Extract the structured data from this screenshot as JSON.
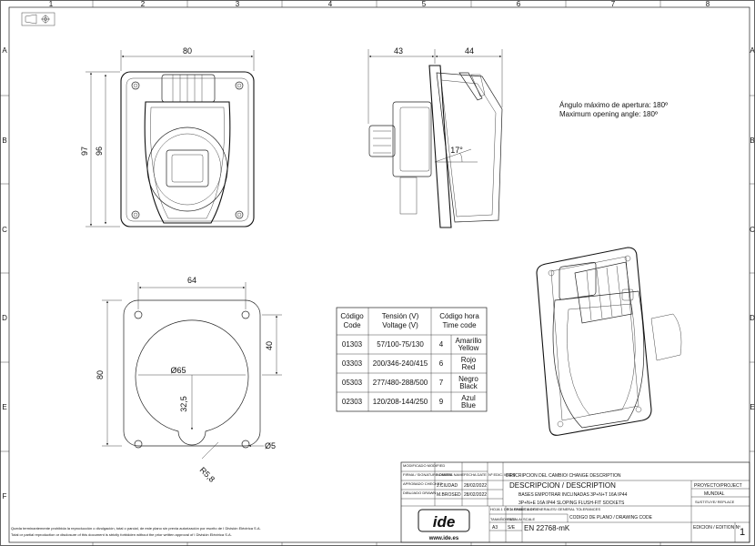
{
  "frame": {
    "columns": [
      "1",
      "2",
      "3",
      "4",
      "5",
      "6",
      "7",
      "8"
    ],
    "rows": [
      "A",
      "B",
      "C",
      "D",
      "E",
      "F"
    ]
  },
  "dimensions": {
    "front_width": "80",
    "front_height_outer": "97",
    "front_height_inner": "96",
    "side_left": "43",
    "side_right": "44",
    "side_angle": "17°",
    "cutout_width": "64",
    "cutout_height": "80",
    "cutout_offset": "40",
    "cutout_diameter": "Ø65",
    "cutout_radius_offset": "32,5",
    "hole_diameter": "Ø5",
    "corner_radius": "R5,8"
  },
  "notes": {
    "opening_es": "Ángulo máximo de apertura: 180º",
    "opening_en": "Maximum opening angle: 180º"
  },
  "table": {
    "headers": [
      [
        "Código",
        "Code"
      ],
      [
        "Tensión (V)",
        "Voltage (V)"
      ],
      [
        "Código hora",
        "Time code"
      ]
    ],
    "rows": [
      {
        "code": "01303",
        "voltage": "57/100-75/130",
        "hour": "4",
        "color_es": "Amarillo",
        "color_en": "Yellow"
      },
      {
        "code": "03303",
        "voltage": "200/346-240/415",
        "hour": "6",
        "color_es": "Rojo",
        "color_en": "Red"
      },
      {
        "code": "05303",
        "voltage": "277/480-288/500",
        "hour": "7",
        "color_es": "Negro",
        "color_en": "Black"
      },
      {
        "code": "02303",
        "voltage": "120/208-144/250",
        "hour": "9",
        "color_es": "Azul",
        "color_en": "Blue"
      }
    ]
  },
  "title_block": {
    "modified": "MODIFICADO MODIFIED",
    "firma": "FIRMA / SIGNATURE DIGITAL",
    "aprobado": "APROBADO CHECKED",
    "dibujado": "DIBUJADO DRAWN",
    "nombre": "NOMBRE NAME",
    "fecha": "FECHA DATE",
    "edic": "Nº EDIC. MODIF.",
    "change_desc": "DESCRIPCION DEL CAMBIO/  CHANGE DESCRIPTION",
    "checked_name": "J.CIUDAD",
    "checked_date": "28/02/2022",
    "drawn_name": "M.BROSED",
    "drawn_date": "28/02/2022",
    "desc_label": "DESCRIPCION / DESCRIPTION",
    "desc_es": "BASES EMPOTRAR INCLINADAS 3P+N+T 16A IP44",
    "desc_en": "3P+N+E 16A IP44 SLOPING FLUSH-FIT  SOCKETS",
    "project_label": "PROYECTO/PROJECT",
    "project": "MUNDIAL",
    "replaces": "SUSTITUYE/ REPLACE",
    "hoja": "HOJA 1 DE 1/ SHEET 1 OF 1",
    "tolerancias": "TOLERANCIAS GENERALES/ GENERAL TOLERANCES",
    "tamano": "TAMAÑO/ SIZE",
    "escala": "ESCALA/ SCALE",
    "size": "A3",
    "scale": "S/E",
    "drawing_code_label": "CODIGO DE PLANO / DRAWING CODE",
    "drawing_code": "EN 22768-mK",
    "edition_label": "EDICION / EDITION  Nº",
    "edition": "1",
    "logo": "ide",
    "website": "www.ide.es"
  },
  "legal": {
    "es": "Queda terminantemente prohibida la reproducción o divulgación, total o parcial, de este plano sin previa autorización por escrito de I División Eléctrica S.A.",
    "en": "Total or partial reproduction or disclosure of this document is strictly forbidden without the prior written approval of I División Eléctrica S.A."
  }
}
